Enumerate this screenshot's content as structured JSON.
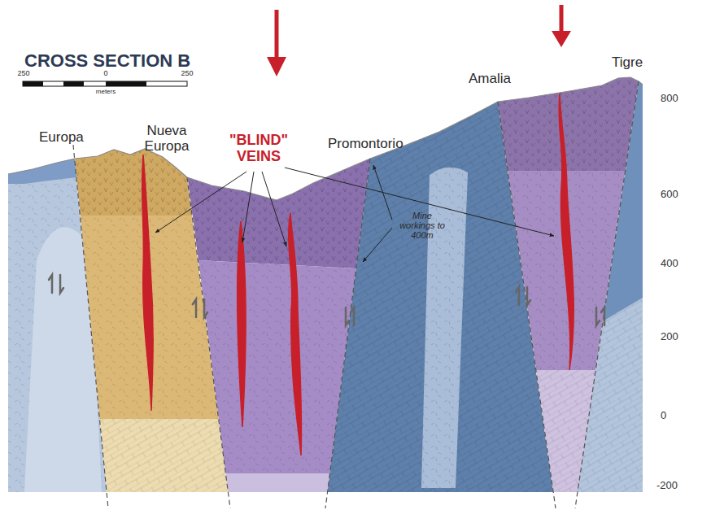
{
  "diagram": {
    "title": "CROSS SECTION B",
    "labels": [
      "250",
      "0",
      "250",
      "meters",
      "Europa",
      "Nueva Europa",
      "\"BLIND\" VEINS",
      "Promontorio",
      "Mine workings to 400m",
      "Amalia",
      "Tigre",
      "800",
      "600",
      "400",
      "200",
      "0",
      "-200"
    ]
  }
}
